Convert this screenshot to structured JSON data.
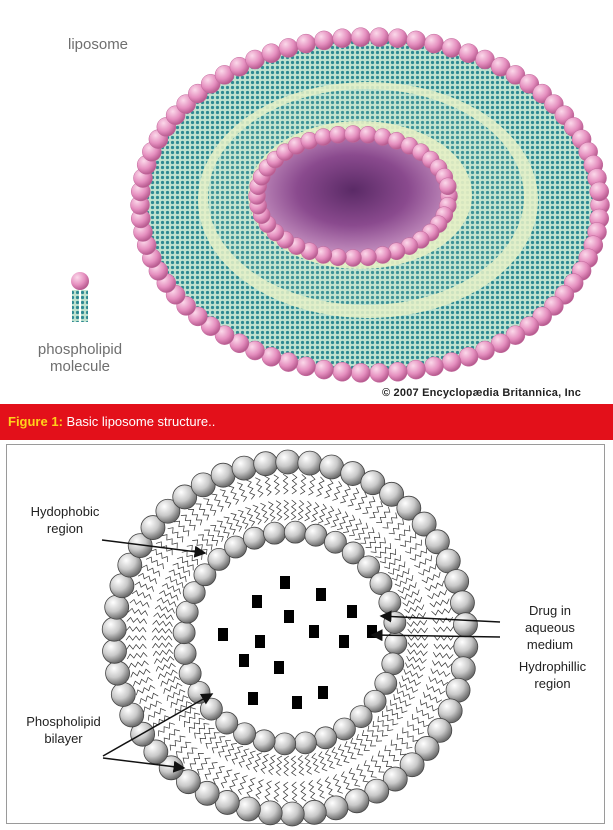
{
  "top": {
    "liposome_label": "liposome",
    "phospholipid_label_line1": "phospholipid",
    "phospholipid_label_line2": "molecule",
    "credit": "© 2007 Encyclopædia Britannica, Inc"
  },
  "figure": {
    "caption_prefix": "Figure 1:",
    "caption_text": " Basic liposome structure..",
    "labels": {
      "hydrophobic_line1": "Hydophobic",
      "hydrophobic_line2": "region",
      "drug_line1": "Drug in",
      "drug_line2": "aqueous",
      "drug_line3": "medium",
      "hydrophilic_line1": "Hydrophillic",
      "hydrophilic_line2": "region",
      "bilayer_line1": "Phospholipid",
      "bilayer_line2": "bilayer"
    }
  },
  "colors": {
    "head_pink": "#e58fbf",
    "tail_teal": "#3f9aa0",
    "core_purple": "#7a3f80",
    "caption_bar": "#e3101a",
    "caption_prefix": "#ffd21a"
  }
}
